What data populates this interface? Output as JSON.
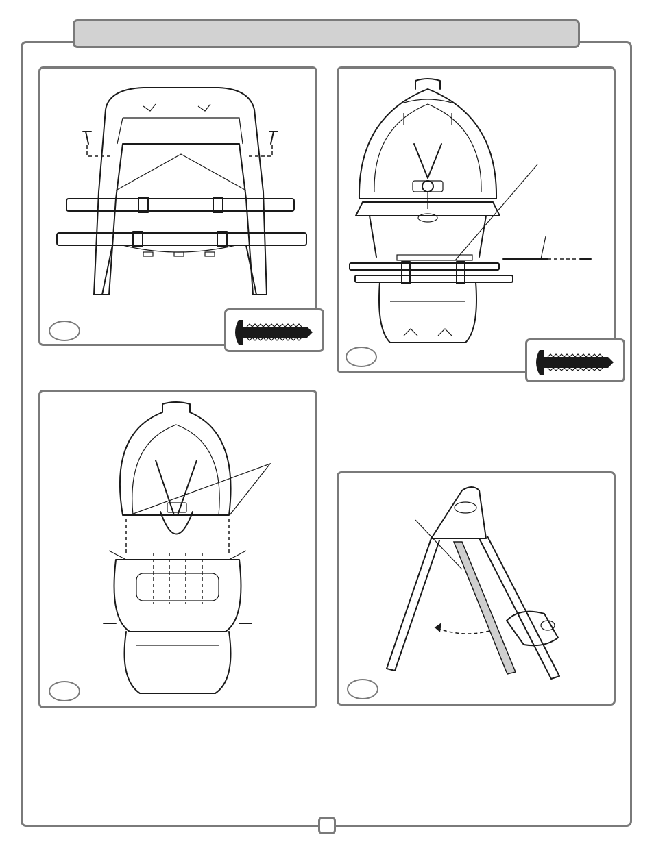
{
  "page": {
    "header_title": "",
    "page_number": ""
  },
  "panels": [
    {
      "id": "panel-1",
      "step_number": ""
    },
    {
      "id": "panel-2",
      "step_number": ""
    },
    {
      "id": "panel-3",
      "step_number": ""
    },
    {
      "id": "panel-4",
      "step_number": ""
    }
  ],
  "icons": [
    "screw-icon",
    "seat-frame-illustration",
    "seat-harness-illustration",
    "frame-legs-illustration",
    "dashed-arrow-icon"
  ],
  "colors": {
    "frame_border": "#7a7a7a",
    "header_fill": "#d2d2d2",
    "line_art": "#1a1a1a",
    "leg_shade": "#cfcfcf"
  }
}
